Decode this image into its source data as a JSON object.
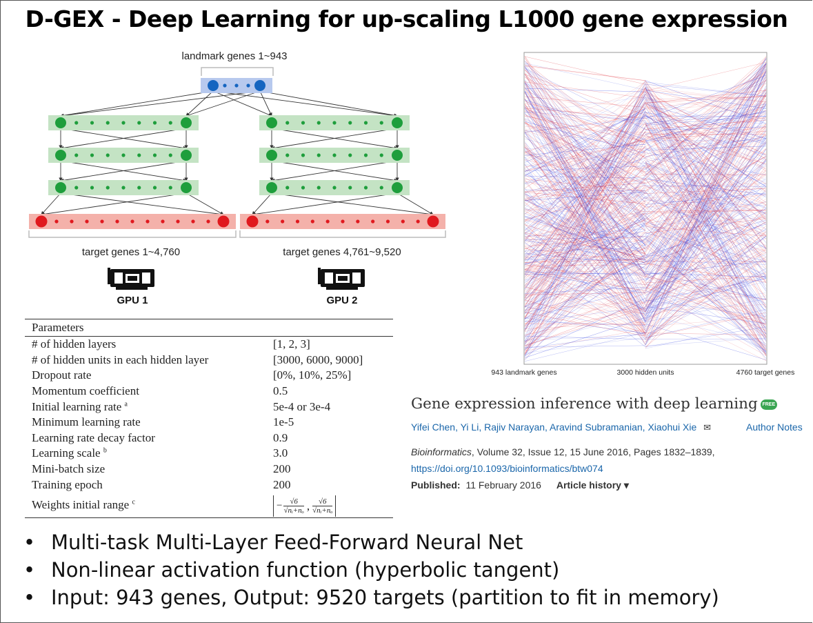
{
  "slide": {
    "title": "D-GEX - Deep Learning for up-scaling L1000 gene expression"
  },
  "architecture": {
    "input_label": "landmark genes 1~943",
    "output_label_1": "target genes 1~4,760",
    "output_label_2": "target genes 4,761~9,520",
    "gpu_label_1": "GPU 1",
    "gpu_label_2": "GPU 2",
    "colors": {
      "input": "#1565c0",
      "hidden": "#1e9e3c",
      "output": "#e0191e",
      "input_band": "#b7c9ee",
      "hidden_band": "#c4e3c4",
      "output_band": "#f4b1aa"
    }
  },
  "network_viz": {
    "axis_labels": [
      "943 landmark genes",
      "3000 hidden units",
      "4760 target genes"
    ],
    "colors": {
      "positive": "#e0303a",
      "negative": "#2e3ee0"
    }
  },
  "parameters": {
    "header": "Parameters",
    "rows": [
      {
        "name": "# of hidden layers",
        "sup": "",
        "value": "[1, 2, 3]"
      },
      {
        "name": "# of hidden units in each hidden layer",
        "sup": "",
        "value": "[3000, 6000, 9000]"
      },
      {
        "name": "Dropout rate",
        "sup": "",
        "value": "[0%, 10%, 25%]"
      },
      {
        "name": "Momentum coefficient",
        "sup": "",
        "value": "0.5"
      },
      {
        "name": "Initial learning rate",
        "sup": "a",
        "value": "5e-4 or 3e-4"
      },
      {
        "name": "Minimum learning rate",
        "sup": "",
        "value": "1e-5"
      },
      {
        "name": "Learning rate decay factor",
        "sup": "",
        "value": "0.9"
      },
      {
        "name": "Learning scale",
        "sup": "b",
        "value": "3.0"
      },
      {
        "name": "Mini-batch size",
        "sup": "",
        "value": "200"
      },
      {
        "name": "Training epoch",
        "sup": "",
        "value": "200"
      }
    ],
    "weights_row": {
      "name": "Weights initial range",
      "sup": "c",
      "minus": "−",
      "numerator": "√6",
      "denominator": "√nᵢ+nₒ",
      "separator": ","
    }
  },
  "paper": {
    "title": "Gene expression inference with deep learning",
    "free_badge": "FREE",
    "authors": "Yifei Chen, Yi Li, Rajiv Narayan, Aravind Subramanian, Xiaohui Xie",
    "author_notes": "Author Notes",
    "journal_name": "Bioinformatics",
    "journal_rest": ", Volume 32, Issue 12, 15 June 2016, Pages 1832–1839,",
    "doi": "https://doi.org/10.1093/bioinformatics/btw074",
    "published_label": "Published:",
    "published_date": "11 February 2016",
    "article_history": "Article history ▾"
  },
  "bullets": [
    "Multi-task Multi-Layer Feed-Forward Neural Net",
    "Non-linear activation function (hyperbolic tangent)",
    "Input: 943 genes, Output: 9520 targets (partition to fit in memory)"
  ],
  "bullet_symbol": "•"
}
